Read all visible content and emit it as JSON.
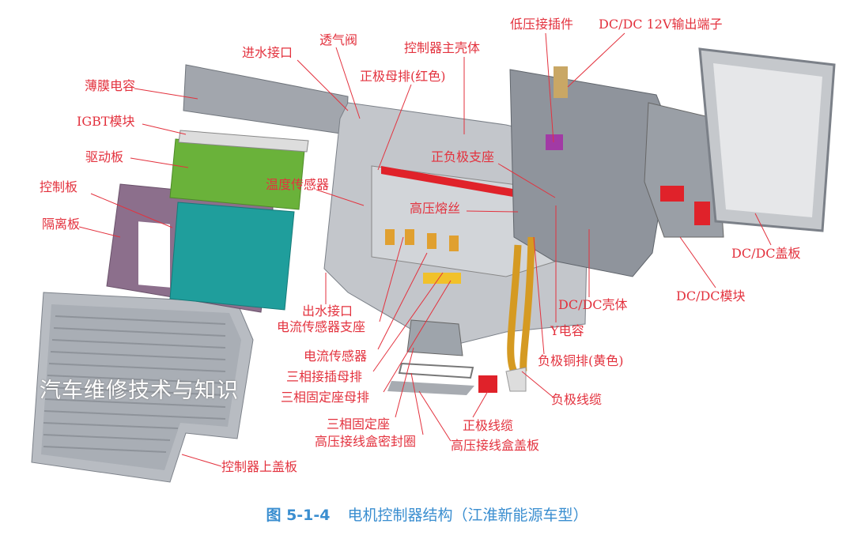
{
  "labels": {
    "low_voltage_connector": "低压接插件",
    "dcdc_12v_terminal": "DC/DC 12V输出端子",
    "breather_valve": "透气阀",
    "water_inlet": "进水接口",
    "main_housing": "控制器主壳体",
    "positive_busbar": "正极母排(红色)",
    "film_capacitor": "薄膜电容",
    "igbt_module": "IGBT模块",
    "driver_board": "驱动板",
    "pos_neg_mount": "正负极支座",
    "temperature_sensor": "温度传感器",
    "control_board": "控制板",
    "hv_fuse": "高压熔丝",
    "isolation_plate": "隔离板",
    "dcdc_cover": "DC/DC盖板",
    "dcdc_module": "DC/DC模块",
    "water_outlet": "出水接口",
    "dcdc_housing": "DC/DC壳体",
    "current_sensor_mount": "电流传感器支座",
    "y_capacitor": "Y电容",
    "current_sensor": "电流传感器",
    "negative_busbar": "负极铜排(黄色)",
    "three_phase_plug_busbar": "三相接插母排",
    "three_phase_mount_busbar": "三相固定座母排",
    "negative_cable": "负极线缆",
    "three_phase_mount": "三相固定座",
    "positive_cable": "正极线缆",
    "hv_box_seal": "高压接线盒密封圈",
    "hv_box_cover": "高压接线盒盖板",
    "controller_top_cover": "控制器上盖板"
  },
  "watermark": "汽车维修技术与知识",
  "caption": {
    "number": "图 5-1-4",
    "title": "电机控制器结构（江淮新能源车型）"
  },
  "colors": {
    "label": "#e3323e",
    "caption": "#3a8ed0"
  }
}
